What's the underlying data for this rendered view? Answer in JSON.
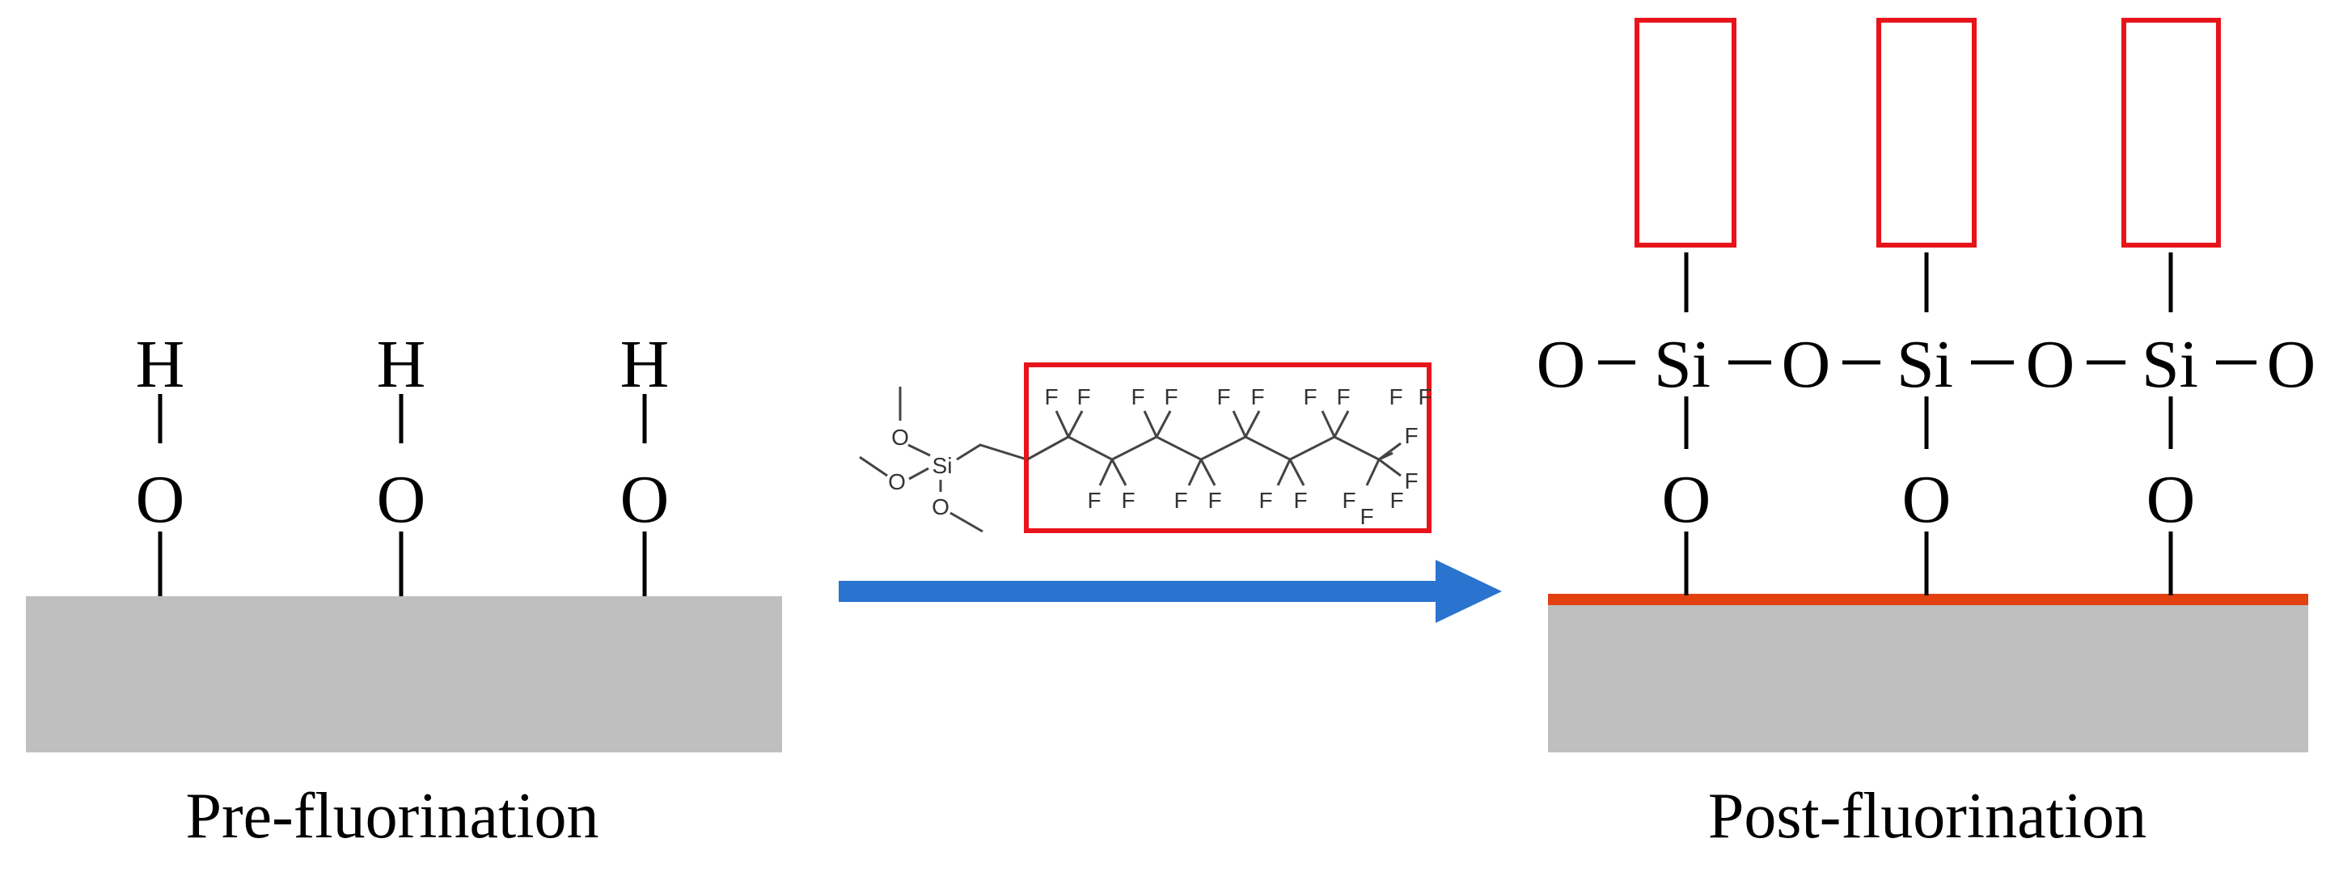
{
  "colors": {
    "substrate": "#bfbfbf",
    "coating": "#e2410f",
    "arrow": "#2a73cf",
    "highlight": "#e8141b"
  },
  "left": {
    "caption": "Pre-fluorination",
    "groups": [
      {
        "h": "H",
        "o": "O"
      },
      {
        "h": "H",
        "o": "O"
      },
      {
        "h": "H",
        "o": "O"
      }
    ]
  },
  "reagent": {
    "si": "Si",
    "o1": "O",
    "o2": "O",
    "o3": "O",
    "fluorines_top": [
      "F",
      "F",
      "F",
      "F",
      "F",
      "F",
      "F",
      "F",
      "F",
      "F"
    ],
    "fluorines_bottom": [
      "F",
      "F",
      "F",
      "F",
      "F",
      "F",
      "F",
      "F"
    ],
    "fluorines_end": [
      "F",
      "F",
      "F"
    ]
  },
  "right": {
    "caption": "Post-fluorination",
    "chain_row": [
      "O",
      "Si",
      "O",
      "Si",
      "O",
      "Si",
      "O"
    ],
    "anchors": [
      "O",
      "O",
      "O"
    ]
  }
}
